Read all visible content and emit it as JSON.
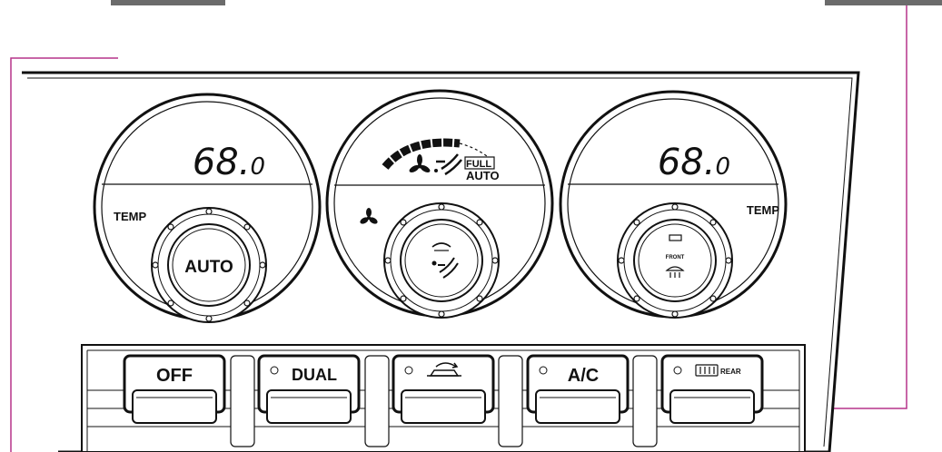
{
  "colors": {
    "callout": "#b5338a",
    "tab": "#6b6b6b",
    "line": "#111111",
    "panel": "#ffffff"
  },
  "left_dial": {
    "display_value": "68.",
    "display_decimal": "0",
    "side_label": "TEMP",
    "knob_label": "AUTO"
  },
  "center_dial": {
    "mode_full": "FULL",
    "mode_auto": "AUTO",
    "fan_icon": "fan-icon",
    "knob_icon": "air-direction-icon"
  },
  "right_dial": {
    "display_value": "68.",
    "display_decimal": "0",
    "side_label": "TEMP",
    "knob_label": "FRONT",
    "knob_icon": "front-defrost-icon"
  },
  "buttons": [
    {
      "label": "OFF",
      "indicator": false,
      "icon": ""
    },
    {
      "label": "DUAL",
      "indicator": true,
      "icon": ""
    },
    {
      "label": "",
      "indicator": true,
      "icon": "recirculation-icon"
    },
    {
      "label": "A/C",
      "indicator": true,
      "icon": ""
    },
    {
      "label": "REAR",
      "indicator": true,
      "icon": "rear-defrost-icon"
    }
  ]
}
